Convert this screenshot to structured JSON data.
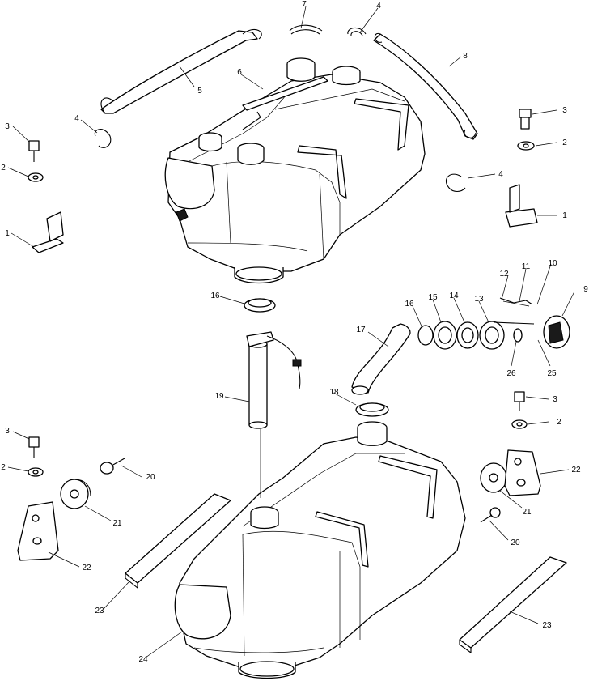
{
  "callouts": [
    {
      "id": "c7",
      "text": "7"
    },
    {
      "id": "c4a",
      "text": "4"
    },
    {
      "id": "c8",
      "text": "8"
    },
    {
      "id": "c5",
      "text": "5"
    },
    {
      "id": "c6",
      "text": "6"
    },
    {
      "id": "c3a",
      "text": "3"
    },
    {
      "id": "c4b",
      "text": "4"
    },
    {
      "id": "c2a",
      "text": "2"
    },
    {
      "id": "c1a",
      "text": "1"
    },
    {
      "id": "c3b",
      "text": "3"
    },
    {
      "id": "c2b",
      "text": "2"
    },
    {
      "id": "c4c",
      "text": "4"
    },
    {
      "id": "c1b",
      "text": "1"
    },
    {
      "id": "c12",
      "text": "12"
    },
    {
      "id": "c11",
      "text": "11"
    },
    {
      "id": "c10",
      "text": "10"
    },
    {
      "id": "c9",
      "text": "9"
    },
    {
      "id": "c16a",
      "text": "16"
    },
    {
      "id": "c16b",
      "text": "16"
    },
    {
      "id": "c15",
      "text": "15"
    },
    {
      "id": "c14",
      "text": "14"
    },
    {
      "id": "c13",
      "text": "13"
    },
    {
      "id": "c17",
      "text": "17"
    },
    {
      "id": "c26",
      "text": "26"
    },
    {
      "id": "c25",
      "text": "25"
    },
    {
      "id": "c19",
      "text": "19"
    },
    {
      "id": "c18",
      "text": "18"
    },
    {
      "id": "c3c",
      "text": "3"
    },
    {
      "id": "c2c",
      "text": "2"
    },
    {
      "id": "c3d",
      "text": "3"
    },
    {
      "id": "c2d",
      "text": "2"
    },
    {
      "id": "c20a",
      "text": "20"
    },
    {
      "id": "c22a",
      "text": "22"
    },
    {
      "id": "c21a",
      "text": "21"
    },
    {
      "id": "c21b",
      "text": "21"
    },
    {
      "id": "c22b",
      "text": "22"
    },
    {
      "id": "c20b",
      "text": "20"
    },
    {
      "id": "c23a",
      "text": "23"
    },
    {
      "id": "c23b",
      "text": "23"
    },
    {
      "id": "c24",
      "text": "24"
    }
  ]
}
